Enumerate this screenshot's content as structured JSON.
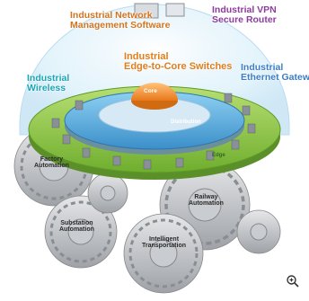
{
  "labels": {
    "management_software": [
      "Industrial Network",
      "Management Software"
    ],
    "vpn_router": [
      "Industrial VPN",
      "Secure Router"
    ],
    "edge_to_core": [
      "Industrial",
      "Edge-to-Core Switches"
    ],
    "wireless": [
      "Industrial",
      "Wireless"
    ],
    "ethernet_gateway": [
      "Industrial",
      "Ethernet Gatew"
    ]
  },
  "rings": {
    "core": "Core",
    "distribution": "Distribution",
    "edge": "Edge"
  },
  "gears": {
    "factory": [
      "Factory",
      "Automation"
    ],
    "railway": [
      "Railway",
      "Automation"
    ],
    "substation": [
      "Substation",
      "Automation"
    ],
    "transportation": [
      "Intelligent",
      "Transportation"
    ]
  },
  "colors": {
    "management": "#d2751e",
    "vpn": "#8e3c9e",
    "edge_to_core": "#e07f1a",
    "wireless": "#18a6b6",
    "ethernet": "#3c7ec6",
    "edge_ring": "#8cc63f",
    "distribution_ring": "#4aa3d8",
    "core": "#f08a24",
    "gear": "#b9bcc0"
  },
  "icons": {
    "zoom": "zoom-in-icon"
  }
}
